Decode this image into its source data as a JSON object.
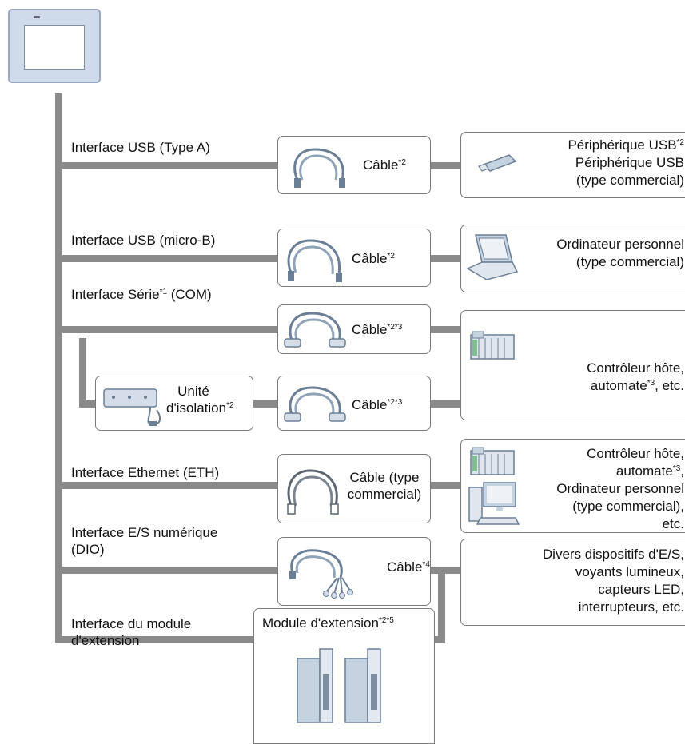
{
  "interfaces": {
    "usb_a": "Interface USB (Type A)",
    "usb_micro": "Interface USB (micro-B)",
    "serial_pre": "Interface Série",
    "serial_sup": "*1",
    "serial_post": " (COM)",
    "ethernet": "Interface Ethernet (ETH)",
    "dio_line1": "Interface E/S numérique",
    "dio_line2": "(DIO)",
    "ext_line1": "Interface du module",
    "ext_line2": "d'extension"
  },
  "cables": {
    "cable": "Câble",
    "sup2": "*2",
    "sup23": "*2*3",
    "sup4": "*4",
    "eth_line1": "Câble (type",
    "eth_line2": "commercial)"
  },
  "isolation": {
    "line1": "Unité",
    "line2": "d'isolation",
    "sup": "*2"
  },
  "devices": {
    "usb_line1": "Périphérique USB",
    "usb_line1_sup": "*2",
    "usb_line2": "Périphérique USB",
    "usb_line3": "(type commercial)",
    "pc_line1": "Ordinateur personnel",
    "pc_line2": "(type commercial)",
    "host_line1": "Contrôleur hôte,",
    "host_line2_pre": "automate",
    "host_line2_sup": "*3",
    "host_line2_post": ", etc.",
    "eth_line1": "Contrôleur hôte,",
    "eth_line2_pre": "automate",
    "eth_line2_sup": "*3",
    "eth_line2_post": ",",
    "eth_line3": "Ordinateur personnel",
    "eth_line4": "(type commercial),",
    "eth_line5": "etc.",
    "io_line1": "Divers dispositifs d'E/S,",
    "io_line2": "voyants lumineux,",
    "io_line3": "capteurs LED,",
    "io_line4": "interrupteurs, etc."
  },
  "expansion": {
    "label": "Module d'extension",
    "sup": "*2*5"
  }
}
